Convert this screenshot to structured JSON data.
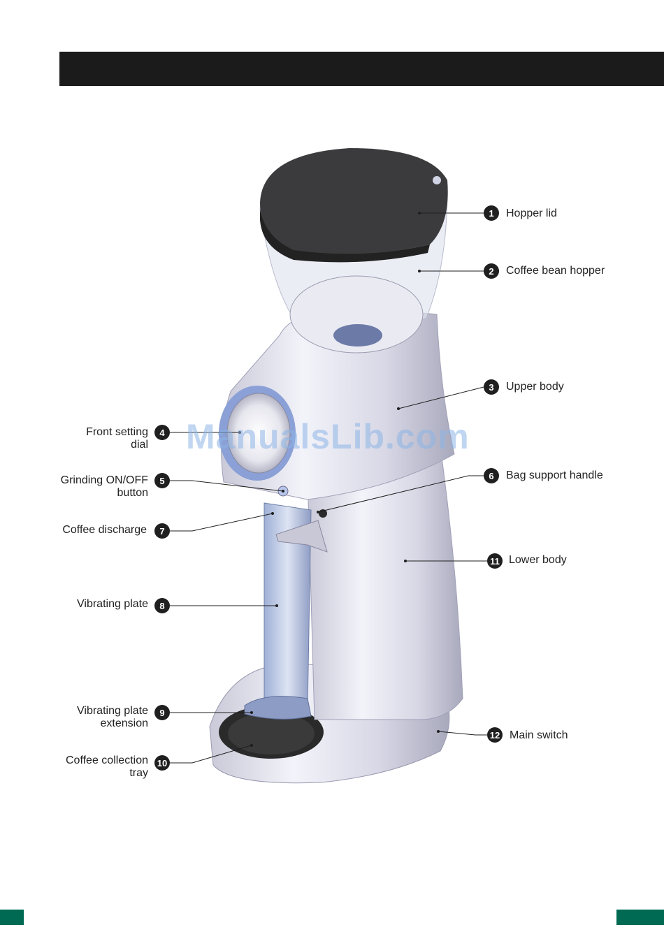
{
  "page": {
    "header_bar": "",
    "watermark": "ManualsLib.com"
  },
  "parts": [
    {
      "number": "1",
      "label": "Hopper lid"
    },
    {
      "number": "2",
      "label": "Coffee bean hopper"
    },
    {
      "number": "3",
      "label": "Upper body"
    },
    {
      "number": "4",
      "label": "Front setting\ndial"
    },
    {
      "number": "5",
      "label": "Grinding ON/OFF\nbutton"
    },
    {
      "number": "6",
      "label": "Bag support handle"
    },
    {
      "number": "7",
      "label": "Coffee discharge"
    },
    {
      "number": "8",
      "label": "Vibrating plate"
    },
    {
      "number": "9",
      "label": "Vibrating plate\nextension"
    },
    {
      "number": "10",
      "label": "Coffee collection\ntray"
    },
    {
      "number": "11",
      "label": "Lower body"
    },
    {
      "number": "12",
      "label": "Main switch"
    }
  ],
  "colors": {
    "header": "#1b1b1b",
    "footer_accent": "#006a52",
    "badge": "#1f1f1f"
  }
}
